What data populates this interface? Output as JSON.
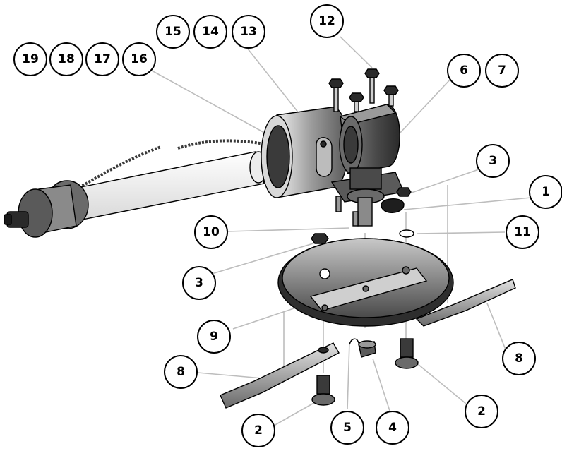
{
  "diagram": {
    "type": "exploded-parts-view",
    "subject": "rotary mower gearbox and blade assembly",
    "callouts": [
      {
        "id": "c1",
        "label": "1"
      },
      {
        "id": "c2a",
        "label": "2"
      },
      {
        "id": "c2b",
        "label": "2"
      },
      {
        "id": "c3a",
        "label": "3"
      },
      {
        "id": "c3b",
        "label": "3"
      },
      {
        "id": "c4",
        "label": "4"
      },
      {
        "id": "c5",
        "label": "5"
      },
      {
        "id": "c6",
        "label": "6"
      },
      {
        "id": "c7",
        "label": "7"
      },
      {
        "id": "c8a",
        "label": "8"
      },
      {
        "id": "c8b",
        "label": "8"
      },
      {
        "id": "c9",
        "label": "9"
      },
      {
        "id": "c10",
        "label": "10"
      },
      {
        "id": "c11",
        "label": "11"
      },
      {
        "id": "c12",
        "label": "12"
      },
      {
        "id": "c13",
        "label": "13"
      },
      {
        "id": "c14",
        "label": "14"
      },
      {
        "id": "c15",
        "label": "15"
      },
      {
        "id": "c16",
        "label": "16"
      },
      {
        "id": "c17",
        "label": "17"
      },
      {
        "id": "c18",
        "label": "18"
      },
      {
        "id": "c19",
        "label": "19"
      }
    ],
    "colors": {
      "part_dark": "#3a3a3a",
      "part_mid": "#7a7a7a",
      "part_light": "#cfcfcf",
      "leader": "#bdbdbd"
    }
  }
}
